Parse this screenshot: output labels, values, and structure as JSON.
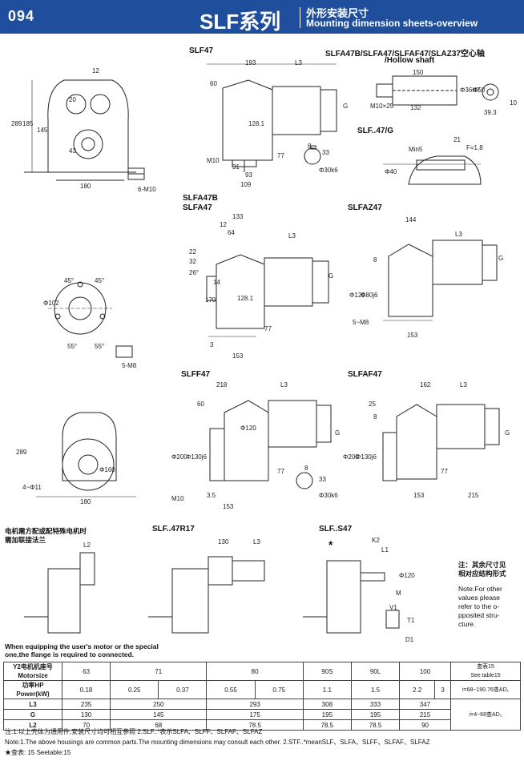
{
  "header": {
    "page_number": "094",
    "series_title": "SLF系列",
    "subtitle_cn": "外形安装尺寸",
    "subtitle_en": "Mounting dimension sheets-overview"
  },
  "sections": {
    "slf47": "SLF47",
    "hollow": "SLFA47B/SLFA47/SLFAF47/SLAZ37空心轴",
    "hollow_en": "/Hollow shaft",
    "slf_g": "SLF..47/G",
    "slfa47b": "SLFA47B",
    "slfa47": "SLFA47",
    "slfaz47": "SLFAZ47",
    "slff47": "SLFF47",
    "slfaf47": "SLFAF47",
    "slf_r17": "SLF..47R17",
    "slf_s47": "SLF..S47",
    "star": "*"
  },
  "notes": {
    "motor_cn_1": "电机需方配或配特殊电机时",
    "motor_cn_2": "需加联接法兰",
    "motor_en_1": "When equipping the user's motor  or the special",
    "motor_en_2": "one,the flange is required to connected.",
    "other_cn_1": "注：其余尺寸见",
    "other_cn_2": "相对应结构形式",
    "other_en_1": "Note:For other",
    "other_en_2": "values please",
    "other_en_3": "refer to the o-",
    "other_en_4": "pposited stru-",
    "other_en_5": "cture."
  },
  "dims": {
    "d12": "12",
    "d20": "20",
    "d289": "289",
    "d185": "185",
    "d145": "145",
    "d43": "43",
    "d180": "180",
    "d6m10": "6-M10",
    "d193": "193",
    "dL3": "L3",
    "d60": "60",
    "dG": "G",
    "d128": "128.1",
    "dM10": "M10",
    "d31": "31",
    "d93": "93",
    "d109": "109",
    "d77": "77",
    "d8": "8",
    "d33": "33",
    "dphi30": "Φ30k6",
    "d150": "150",
    "d132": "132",
    "dm10x25": "M10×25",
    "d36h7": "Φ36H7",
    "d50": "Φ50",
    "d10": "10",
    "d39": "39.3",
    "dmin5": "Min5",
    "d21": "21",
    "df18": "F=1.8",
    "d40": "Φ40",
    "d133": "133",
    "d64": "64",
    "d12b": "12",
    "d22": "22",
    "d32": "32",
    "d26": "26°",
    "d14": "14",
    "d170": "170",
    "d153": "153",
    "d3": "3",
    "d45a": "45°",
    "d45b": "45°",
    "d102": "Φ102",
    "d55a": "55°",
    "d55b": "55°",
    "d5m8": "5-M8",
    "d144": "144",
    "d120": "Φ120",
    "d80": "Φ80j6",
    "d5m8b": "5~M8",
    "d218": "218",
    "d160": "Φ160",
    "d4f11": "4~Φ11",
    "d200": "Φ200",
    "d130j6": "Φ130j6",
    "d35": "3.5",
    "d162": "162",
    "d25": "25",
    "d215": "215",
    "dL2": "L2",
    "d130b": "130",
    "dK2": "K2",
    "dL1": "L1",
    "dM": "M",
    "dV1": "V1",
    "dT1": "T1",
    "dD1": "D1"
  },
  "table": {
    "motor_cn": "Y2电机机座号",
    "motor_en": "Motorsize",
    "power_cn": "功率HP",
    "power_en": "Power(kW)",
    "sizes": [
      "63",
      "71",
      "80",
      "90S",
      "90L",
      "100"
    ],
    "powers": [
      "0.18",
      "0.25",
      "0.37",
      "0.55",
      "0.75",
      "1.1",
      "1.5",
      "2.2",
      "3"
    ],
    "rows": [
      {
        "label": "L3",
        "values": [
          "235",
          "250",
          "293",
          "308",
          "333",
          "347"
        ]
      },
      {
        "label": "G",
        "values": [
          "130",
          "145",
          "175",
          "195",
          "195",
          "215"
        ]
      },
      {
        "label": "L2",
        "values": [
          "70",
          "68",
          "78.5",
          "78.5",
          "78.5",
          "90"
        ]
      }
    ],
    "see_cn": "查表15",
    "see_en": "See table15",
    "ratio1": "i=68~190.76查AD₁",
    "ratio2": "i=4~68查AD₂"
  },
  "footer": {
    "line1_cn": "注:1.以上壳体为通用件,安装尺寸均可相互参照    2.SLF..*表示SLFA、SLFF、SLFAF、SLFAZ",
    "line2_en": "Note:1.The above housings are common parts.The mounting dimensions may consult each other.    2.STF..*meanSLF、SLFA、SLFF、SLFAF、SLFAZ",
    "line3": "★查表: 15  Seetable:15"
  },
  "colors": {
    "header_blue": "#1f4f9c",
    "line": "#222222"
  }
}
